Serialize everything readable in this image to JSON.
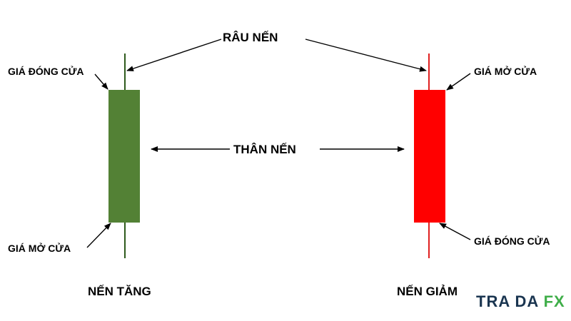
{
  "labels": {
    "wick": "RÂU NẾN",
    "body": "THÂN NẾN",
    "bullish_close": "GIÁ ĐÓNG CỬA",
    "bullish_open": "GIÁ MỞ CỬA",
    "bearish_open": "GIÁ MỞ CỬA",
    "bearish_close": "GIÁ ĐÓNG CỬA",
    "bullish_title": "NẾN TĂNG",
    "bearish_title": "NẾN GIẢM"
  },
  "logo": {
    "part1": "TRA DA ",
    "part2": "FX"
  },
  "colors": {
    "bullish": "#538135",
    "bearish": "#ff0000",
    "bearish_wick": "#e02020",
    "arrow": "#000000",
    "logo_dark": "#1a3550",
    "logo_accent": "#3fae49"
  }
}
